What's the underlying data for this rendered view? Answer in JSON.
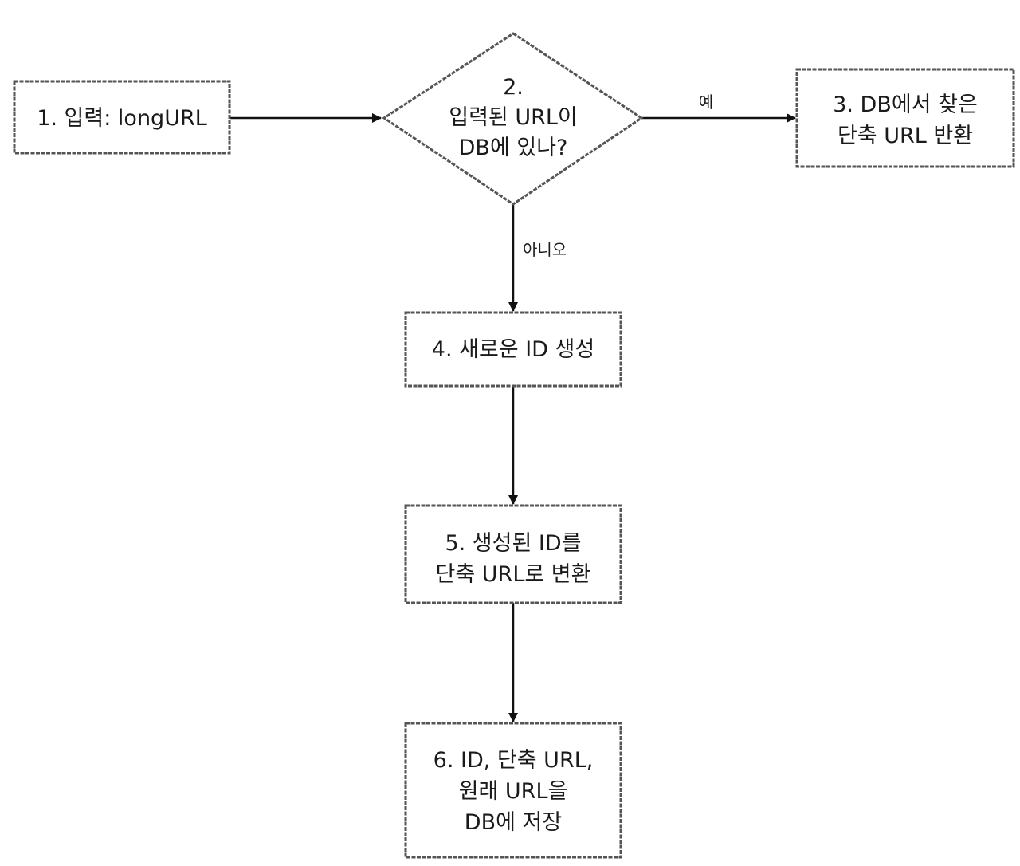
{
  "nodes": {
    "input": {
      "lines": [
        "1. 입력: longURL"
      ]
    },
    "decision": {
      "lines": [
        "2.",
        "입력된 URL이",
        "DB에 있나?"
      ]
    },
    "return_short": {
      "lines": [
        "3. DB에서 찾은",
        "단축 URL 반환"
      ]
    },
    "new_id": {
      "lines": [
        "4. 새로운 ID 생성"
      ]
    },
    "convert": {
      "lines": [
        "5. 생성된 ID를",
        "단축 URL로 변환"
      ]
    },
    "save": {
      "lines": [
        "6. ID, 단축 URL,",
        "원래 URL을",
        "DB에 저장"
      ]
    }
  },
  "edges": {
    "yes_label": "예",
    "no_label": "아니오"
  }
}
